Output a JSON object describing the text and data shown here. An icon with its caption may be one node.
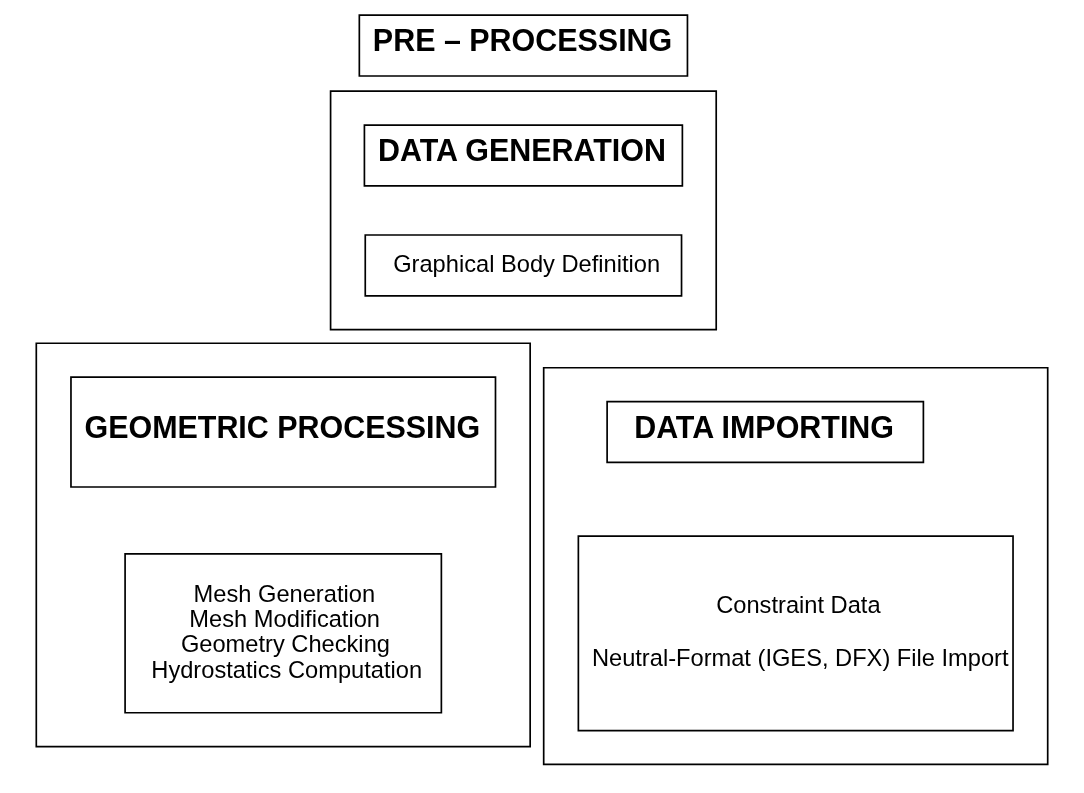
{
  "diagram": {
    "nodes": [
      {
        "text": [
          "PRE – PROCESSING"
        ]
      },
      {
        "text": [],
        "shape": "box"
      },
      {
        "text": [
          "DATA GENERATION"
        ],
        "in": 1
      },
      {
        "text": [
          "Graphical Body Definition"
        ],
        "in": 1
      },
      {
        "text": [],
        "shape": "box"
      },
      {
        "text": [
          "GEOMETRIC PROCESSING"
        ],
        "in": 4
      },
      {
        "text": [
          "Mesh Generation",
          "Mesh Modification",
          "Geometry Checking",
          "Hydrostatics Computation"
        ],
        "in": 4
      },
      {
        "text": [],
        "shape": "box"
      },
      {
        "text": [
          "DATA IMPORTING"
        ],
        "in": 7
      },
      {
        "text": [
          "Constraint Data",
          "Neutral-Format (IGES, DFX) File Import"
        ],
        "in": 7
      }
    ],
    "edges": []
  }
}
